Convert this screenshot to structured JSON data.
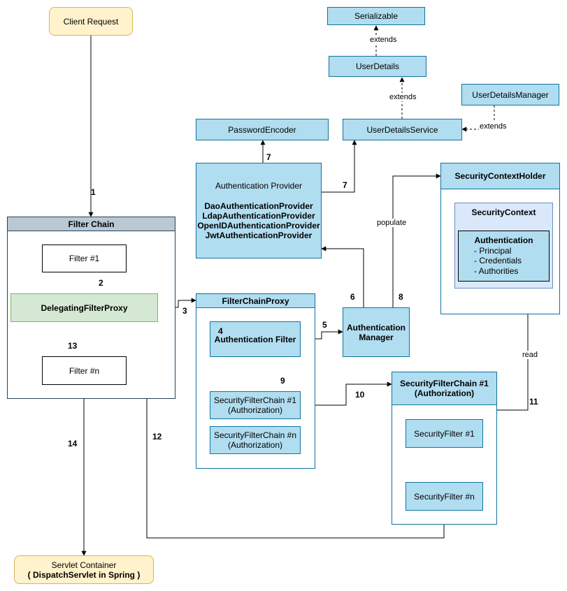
{
  "nodes": {
    "client_request": "Client Request",
    "serializable": "Serializable",
    "user_details": "UserDetails",
    "user_details_manager": "UserDetailsManager",
    "password_encoder": "PasswordEncoder",
    "user_details_service": "UserDetailsService",
    "authentication_provider": {
      "title": "Authentication Provider",
      "impls": [
        "DaoAuthenticationProvider",
        "LdapAuthenticationProvider",
        "OpenIDAuthenticationProvider",
        "JwtAuthenticationProvider"
      ]
    },
    "security_context_holder": "SecurityContextHolder",
    "security_context": "SecurityContext",
    "authentication": {
      "title": "Authentication",
      "items": [
        "- Principal",
        "- Credentials",
        "- Authorities"
      ]
    },
    "filter_chain": "Filter Chain",
    "filter_1": "Filter #1",
    "delegating_filter_proxy": "DelegatingFilterProxy",
    "filter_n": "Filter #n",
    "filter_chain_proxy": "FilterChainProxy",
    "authentication_filter": "Authentication Filter",
    "authentication_manager": [
      "Authentication",
      "Manager"
    ],
    "sfc_1_small": [
      "SecurityFilterChain #1",
      "(Authorization)"
    ],
    "sfc_n_small": [
      "SecurityFilterChain #n",
      "(Authorization)"
    ],
    "sfc_1_big": [
      "SecurityFilterChain #1",
      "(Authorization)"
    ],
    "security_filter_1": "SecurityFilter #1",
    "security_filter_n": "SecurityFilter #n",
    "servlet_container": [
      "Servlet Container",
      "( DispatchServlet in Spring )"
    ]
  },
  "edge_labels": {
    "extends_1": "extends",
    "extends_2": "extends",
    "extends_3": "extends",
    "populate": "populate",
    "read": "read"
  },
  "steps": [
    "1",
    "2",
    "3",
    "4",
    "5",
    "6",
    "7",
    "7",
    "8",
    "9",
    "10",
    "11",
    "12",
    "13",
    "14"
  ]
}
